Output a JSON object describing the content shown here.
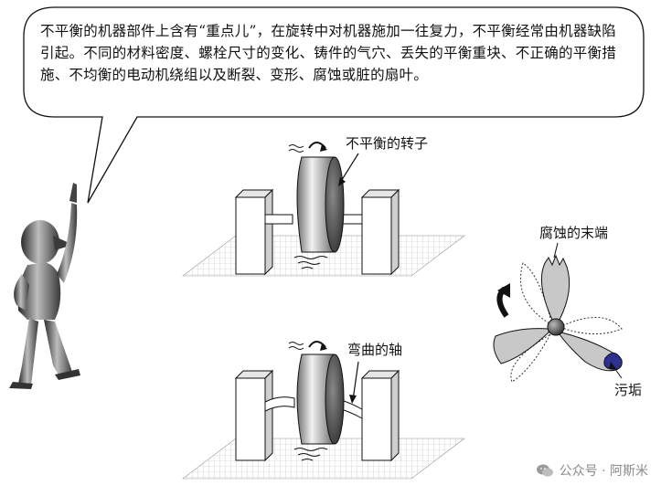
{
  "speech_bubble": {
    "text": "不平衡的机器部件上含有“重点儿”，在旋转中对机器施加一往复力，不平衡经常由机器缺陷引起。不同的材料密度、螺栓尺寸的变化、铸件的气穴、丢失的平衡重块、不正确的平衡措施、不均衡的电动机绕组以及断裂、变形、腐蚀或脏的扇叶。"
  },
  "labels": {
    "unbalanced_rotor": "不平衡的转子",
    "bent_shaft": "弯曲的轴",
    "corroded_tip": "腐蚀的末端",
    "dirt": "污垢"
  },
  "watermark": {
    "text": "公众号 · 阿斯米",
    "icon": "wechat-icon"
  },
  "colors": {
    "dirt": "#2e3192",
    "blade": "#c8c8c8",
    "rotor_dark": "#555555"
  }
}
